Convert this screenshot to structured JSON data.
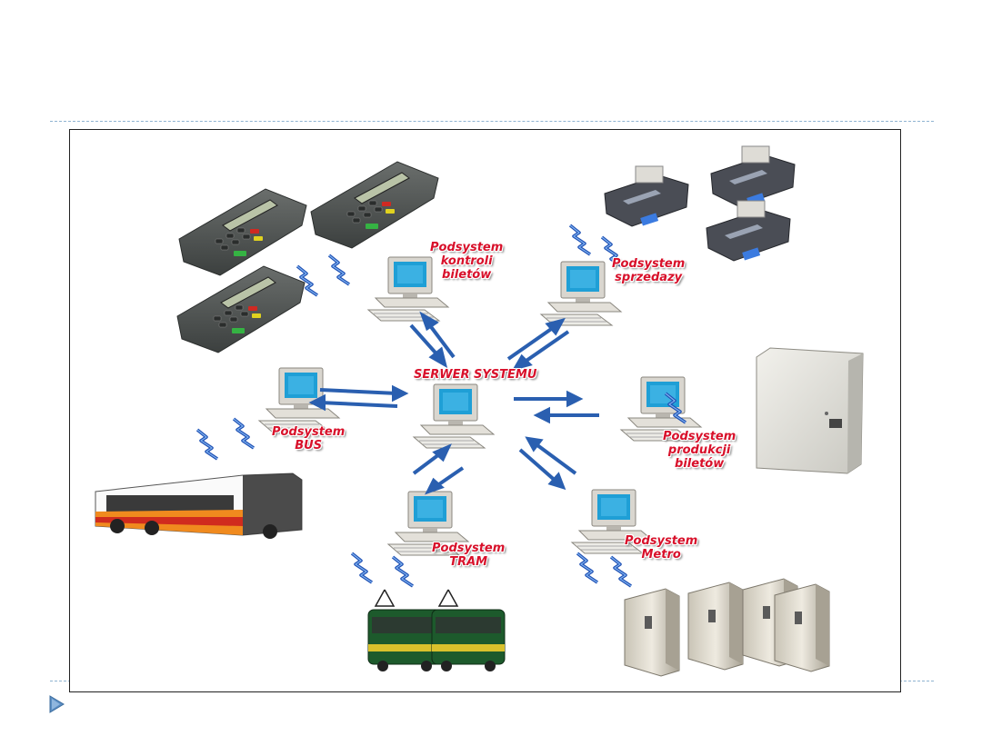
{
  "diagram": {
    "server_label": "SERWER SYSTEMU",
    "subsystems": {
      "ticket_control": "Podsystem\nkontroli\nbiletów",
      "sales": "Podsystem\nsprzedazy",
      "bus": "Podsystem\nBUS",
      "ticket_production": "Podsystem\nprodukcji\nbiletów",
      "tram": "Podsystem\nTRAM",
      "metro": "Podsystem\nMetro"
    }
  },
  "colors": {
    "label_red": "#d8102a",
    "arrow_blue": "#2a5fb0",
    "dashed_rule": "#8fb3d1",
    "bullet_blue": "#5b8ec4"
  }
}
